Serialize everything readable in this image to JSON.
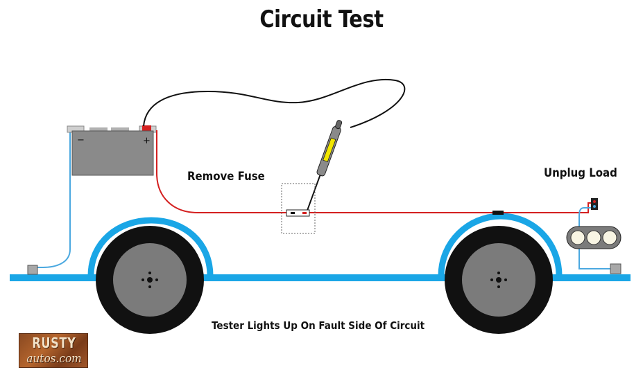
{
  "title": "Circuit Test",
  "labels": {
    "remove_fuse": "Remove Fuse",
    "unplug_load": "Unplug Load",
    "tester": "Tester Lights Up On Fault Side Of Circuit"
  },
  "battery": {
    "negative": "−",
    "positive": "+"
  },
  "logo": {
    "line1": "RUSTY",
    "line2": "autos.com"
  },
  "colors": {
    "frame": "#1aa6e6",
    "hot_wire": "#d42020",
    "ground_wire": "#4aa8e0",
    "tire": "#111111",
    "wheel": "#7a7a7a",
    "battery_body": "#8a8a8a",
    "probe_lamp": "#f2e600"
  }
}
